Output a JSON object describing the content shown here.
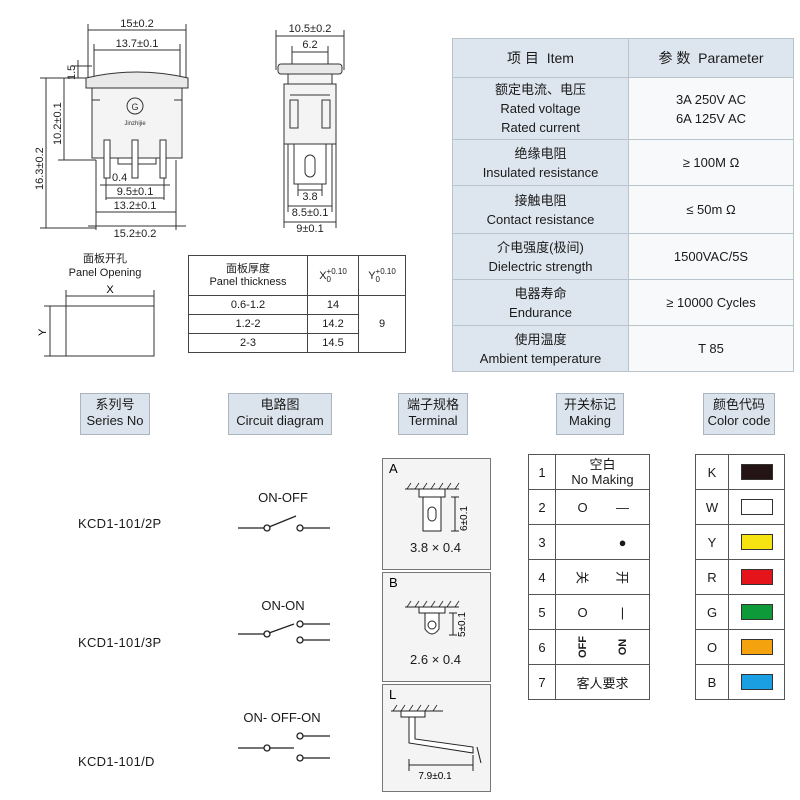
{
  "dims": {
    "front_top": [
      "15±0.2",
      "13.7±0.1"
    ],
    "front_left": [
      "1.5",
      "10.2±0.1",
      "16.3±0.2"
    ],
    "front_bottom": [
      "0.4",
      "9.5±0.1",
      "13.2±0.1",
      "15.2±0.2"
    ],
    "side_top": [
      "10.5±0.2",
      "6.2"
    ],
    "side_bottom": [
      "3.8",
      "8.5±0.1",
      "9±0.1"
    ],
    "brand_mark": "Jinzhijie"
  },
  "panel_opening": {
    "title_cn": "面板开孔",
    "title_en": "Panel Opening",
    "x": "X",
    "y": "Y"
  },
  "thickness_table": {
    "header_cn": "面板厚度",
    "header_en": "Panel thickness",
    "x_head": "X",
    "y_head": "Y",
    "tol_plus": "+0.10",
    "tol_zero": "0",
    "rows": [
      {
        "thickness": "0.6-1.2",
        "x": "14"
      },
      {
        "thickness": "1.2-2",
        "x": "14.2"
      },
      {
        "thickness": "2-3",
        "x": "14.5"
      }
    ],
    "y_value": "9"
  },
  "params": {
    "header": {
      "item_cn": "项 目",
      "item_en": "Item",
      "param_cn": "参 数",
      "param_en": "Parameter"
    },
    "rows": [
      {
        "cn": "额定电流、电压",
        "en": [
          "Rated voltage",
          "Rated current"
        ],
        "value": [
          "3A 250V AC",
          "6A 125V AC"
        ]
      },
      {
        "cn": "绝缘电阻",
        "en": [
          "Insulated resistance"
        ],
        "value": [
          "≥ 100M Ω"
        ]
      },
      {
        "cn": "接触电阻",
        "en": [
          "Contact resistance"
        ],
        "value": [
          "≤ 50m Ω"
        ]
      },
      {
        "cn": "介电强度(极间)",
        "en": [
          "Dielectric strength"
        ],
        "value": [
          "1500VAC/5S"
        ]
      },
      {
        "cn": "电器寿命",
        "en": [
          "Endurance"
        ],
        "value": [
          "≥ 10000 Cycles"
        ]
      },
      {
        "cn": "使用温度",
        "en": [
          "Ambient temperature"
        ],
        "value": [
          "T 85"
        ]
      }
    ]
  },
  "sections": {
    "series": {
      "cn": "系列号",
      "en": "Series No"
    },
    "circuit": {
      "cn": "电路图",
      "en": "Circuit diagram"
    },
    "terminal": {
      "cn": "端子规格",
      "en": "Terminal"
    },
    "marking": {
      "cn": "开关标记",
      "en": "Making"
    },
    "color": {
      "cn": "颜色代码",
      "en": "Color code"
    }
  },
  "series_list": [
    "KCD1-101/2P",
    "KCD1-101/3P",
    "KCD1-101/D"
  ],
  "circuits": [
    "ON-OFF",
    "ON-ON",
    "ON- OFF-ON"
  ],
  "terminals": [
    {
      "letter": "A",
      "dim": "6±0.1",
      "size": "3.8 × 0.4"
    },
    {
      "letter": "B",
      "dim": "5±0.1",
      "size": "2.6 × 0.4"
    },
    {
      "letter": "L",
      "dim": "7.9±0.1",
      "size": ""
    }
  ],
  "markings": [
    {
      "n": "1",
      "cn": "空白",
      "en": "No Making"
    },
    {
      "n": "2",
      "a": "O",
      "b": "—"
    },
    {
      "n": "3",
      "a": "",
      "b": "●"
    },
    {
      "n": "4",
      "a": "关",
      "b": "开"
    },
    {
      "n": "5",
      "a": "O",
      "b": "|"
    },
    {
      "n": "6",
      "a": "OFF",
      "b": "ON"
    },
    {
      "n": "7",
      "text": "客人要求"
    }
  ],
  "colors": [
    {
      "code": "K",
      "hex": "#241416"
    },
    {
      "code": "W",
      "hex": "#ffffff"
    },
    {
      "code": "Y",
      "hex": "#f5e312"
    },
    {
      "code": "R",
      "hex": "#e5141b"
    },
    {
      "code": "G",
      "hex": "#0e9a39"
    },
    {
      "code": "O",
      "hex": "#f4a30f"
    },
    {
      "code": "B",
      "hex": "#1aa0e2"
    }
  ]
}
